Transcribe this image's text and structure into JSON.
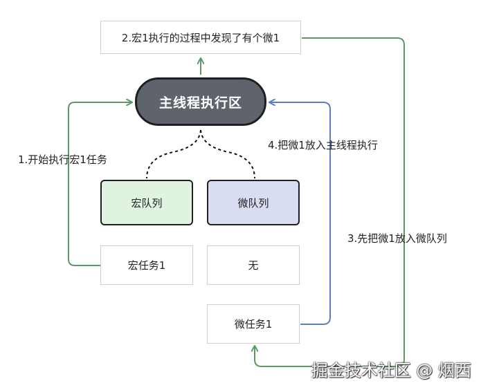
{
  "diagram": {
    "top_box": "2.宏1执行的过程中发现了有个微1",
    "main_box": "主线程执行区",
    "macro_queue": "宏队列",
    "micro_queue": "微队列",
    "macro_task": "宏任务1",
    "micro_empty": "无",
    "micro_task": "微任务1",
    "label_step1": "1.开始执行宏1任务",
    "label_step3": "3.先把微1放入微队列",
    "label_step4": "4.把微1放入主线程执行"
  },
  "watermark": "掘金技术社区 @ 烟西",
  "colors": {
    "green_arrow": "#5a9a62",
    "blue_arrow": "#5b7fc4",
    "main_fill": "#5f636b",
    "macro_fill": "#e0f3e0",
    "micro_fill": "#d9ddf1"
  }
}
